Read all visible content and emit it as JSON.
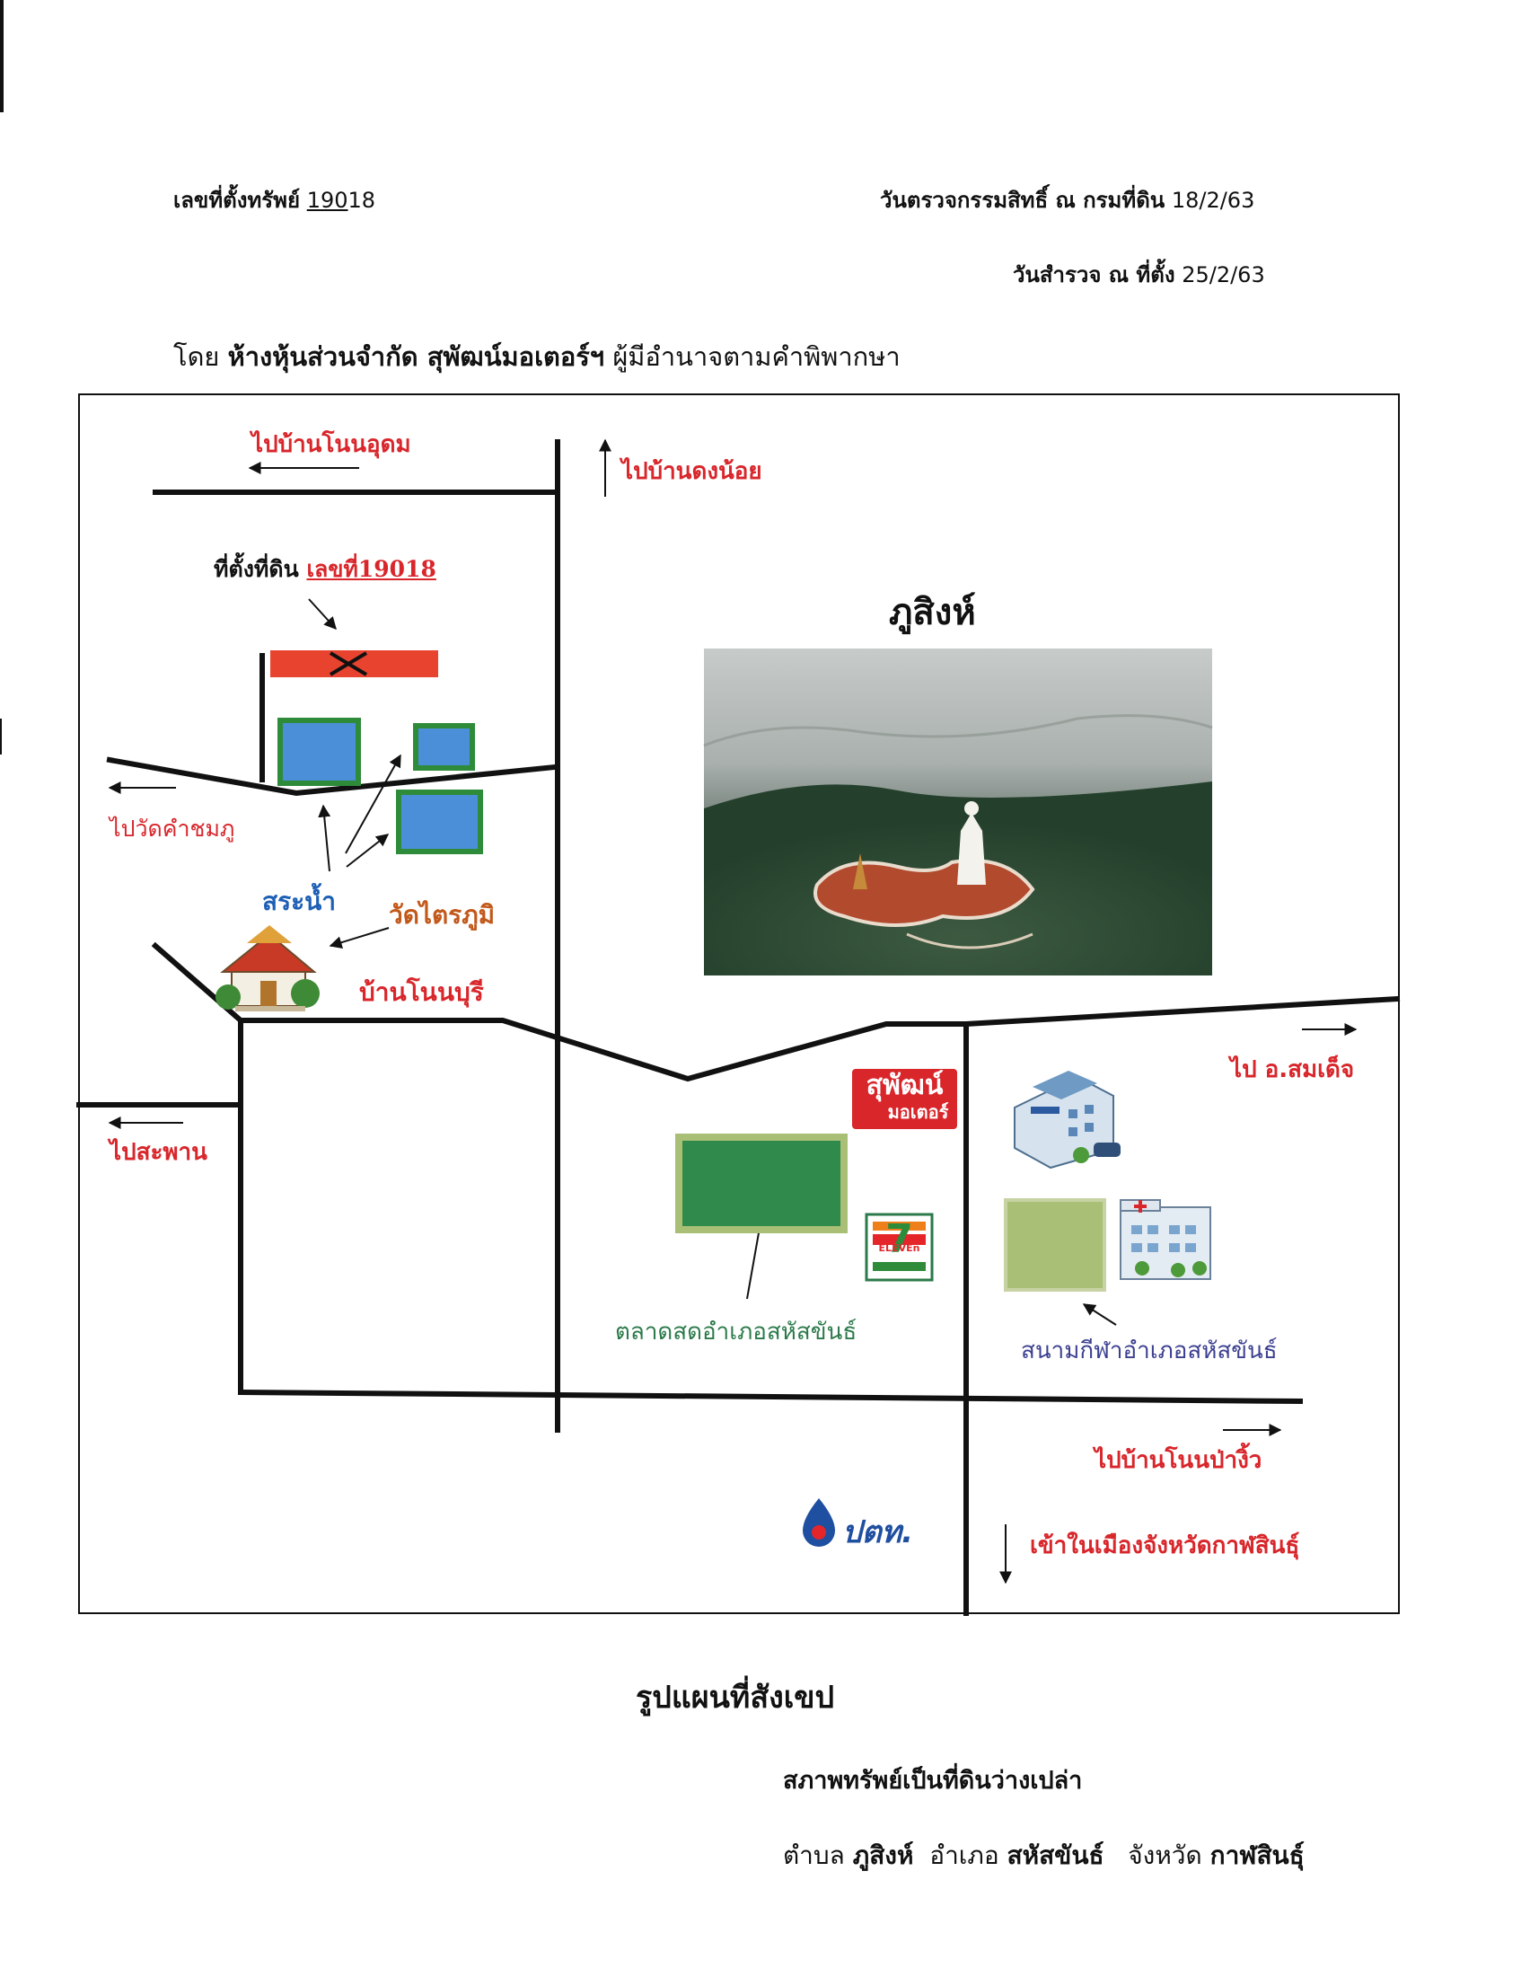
{
  "header": {
    "asset_label": "เลขที่ตั้งทรัพย์",
    "asset_number_underlined": "190",
    "asset_number_rest": "18",
    "check_label": "วันตรวจกรรมสิทธิ์ ณ กรมที่ดิน",
    "check_date": "18/2/63",
    "survey_label": "วันสำรวจ ณ ที่ตั้ง",
    "survey_date": "25/2/63",
    "by_prefix": "โดย",
    "by_company": "ห้างหุ้นส่วนจำกัด สุพัฒน์มอเตอร์ฯ",
    "by_suffix": "ผู้มีอำนาจตามคำพิพากษา"
  },
  "map": {
    "to_non_udom": "ไปบ้านโนนอุดม",
    "to_dong_noi": "ไปบ้านดงน้อย",
    "land_location_prefix": "ที่ตั้งที่ดิน",
    "land_location_number": "เลขที่19018",
    "phu_sing": "ภูสิงห์",
    "to_wat_kham_chom_phu": "ไปวัดคำชมภู",
    "pond": "สระน้ำ",
    "wat_trai_phum": "วัดไตรภูมิ",
    "ban_non_buri": "บ้านโนนบุรี",
    "to_somdet": "ไป อ.สมเด็จ",
    "to_saphan": "ไปสะพาน",
    "suphat_logo_line1": "สุพัฒน์",
    "suphat_logo_line2": "มอเตอร์",
    "seven_eleven_seven": "7",
    "seven_eleven_text": "ELEVEn",
    "market": "ตลาดสดอำเภอสหัสขันธ์",
    "stadium": "สนามกีฬาอำเภอสหัสขันธ์",
    "to_non_pa_ngio": "ไปบ้านโนนป่างิ้ว",
    "ptt_logo": "ปตท.",
    "to_kalasin": "เข้าในเมืองจังหวัดกาฬสินธุ์",
    "icons": [
      "land-plot-x-icon",
      "pond-icon",
      "temple-icon",
      "police-station-icon",
      "hospital-icon",
      "photo-buddha-hill"
    ]
  },
  "footer": {
    "title": "รูปแผนที่สังเขป",
    "condition": "สภาพทรัพย์เป็นที่ดินว่างเปล่า",
    "tambon_label": "ตำบล",
    "tambon": "ภูสิงห์",
    "amphoe_label": "อำเภอ",
    "amphoe": "สหัสขันธ์",
    "province_label": "จังหวัด",
    "province": "กาฬสินธุ์"
  },
  "colors": {
    "road": "#111111",
    "label_red": "#d8262b",
    "pond_blue": "#4a8fd8",
    "pond_border": "#2e8b3a",
    "market_green": "#2f8a4b",
    "stadium_green": "#a9bf76",
    "plot_red": "#e8432f"
  }
}
